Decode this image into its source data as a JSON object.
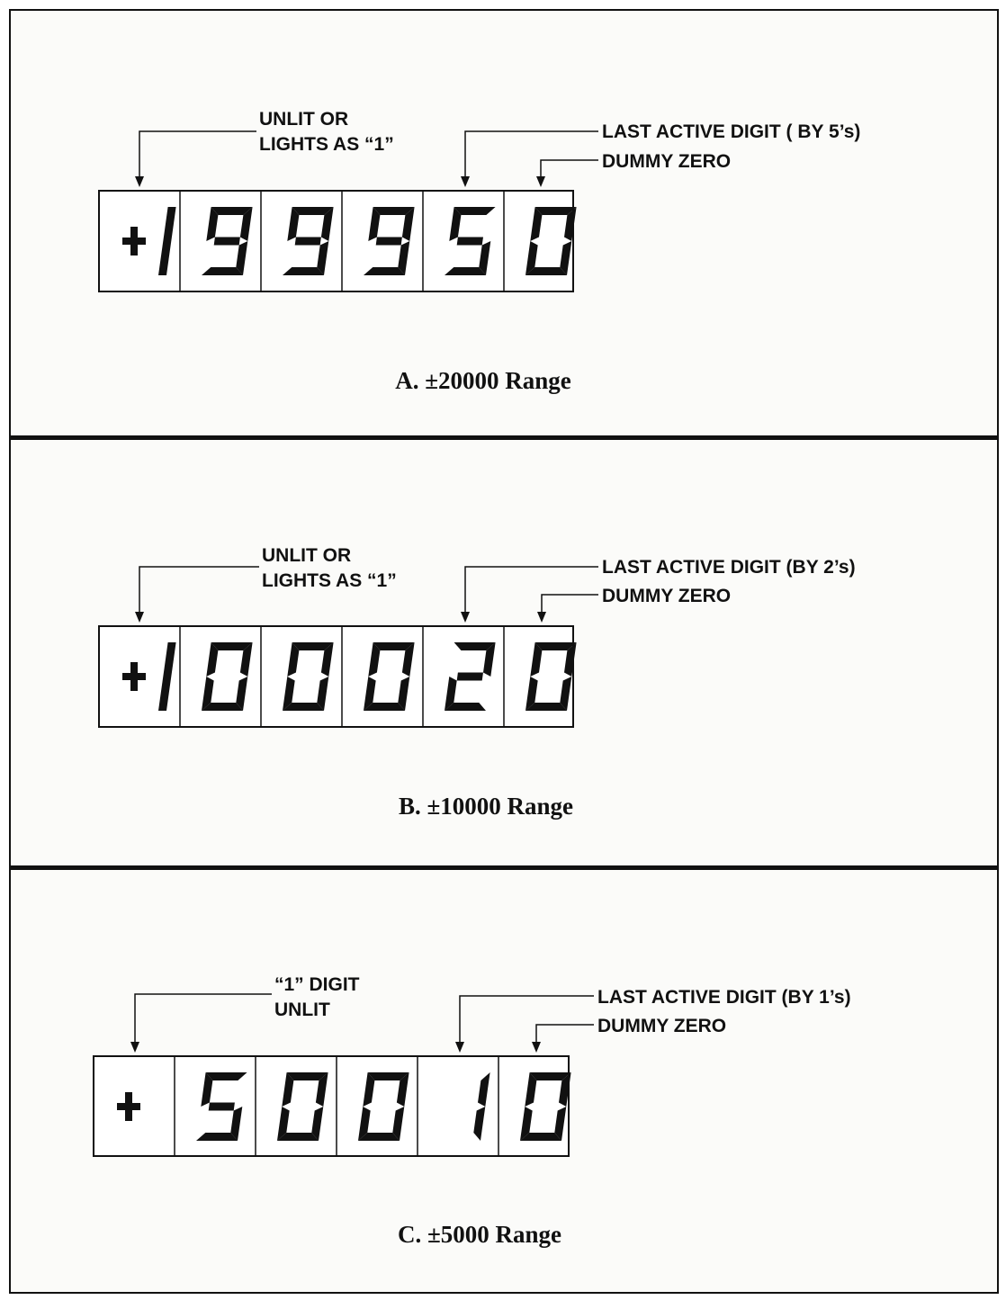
{
  "panels": [
    {
      "id": "A",
      "caption": "A.  ±20000 Range",
      "left_label_lines": [
        "UNLIT OR",
        "LIGHTS AS “1”"
      ],
      "right_label_top": "LAST ACTIVE DIGIT ( BY 5’s)",
      "right_label_bottom": "DUMMY ZERO",
      "display": {
        "sign": "+",
        "lead": "1",
        "digits": [
          "9",
          "9",
          "9",
          "5",
          "0"
        ]
      }
    },
    {
      "id": "B",
      "caption": "B.  ±10000 Range",
      "left_label_lines": [
        "UNLIT OR",
        "LIGHTS AS “1”"
      ],
      "right_label_top": "LAST ACTIVE DIGIT (BY 2’s)",
      "right_label_bottom": "DUMMY ZERO",
      "display": {
        "sign": "+",
        "lead": "1",
        "digits": [
          "0",
          "0",
          "0",
          "2",
          "0"
        ]
      }
    },
    {
      "id": "C",
      "caption": "C.  ±5000 Range",
      "left_label_lines": [
        "“1” DIGIT",
        "UNLIT"
      ],
      "right_label_top": "LAST ACTIVE DIGIT (BY 1’s)",
      "right_label_bottom": "DUMMY ZERO",
      "display": {
        "sign": "+",
        "lead": "",
        "digits": [
          "5",
          "0",
          "0",
          "1",
          "0"
        ]
      }
    }
  ]
}
